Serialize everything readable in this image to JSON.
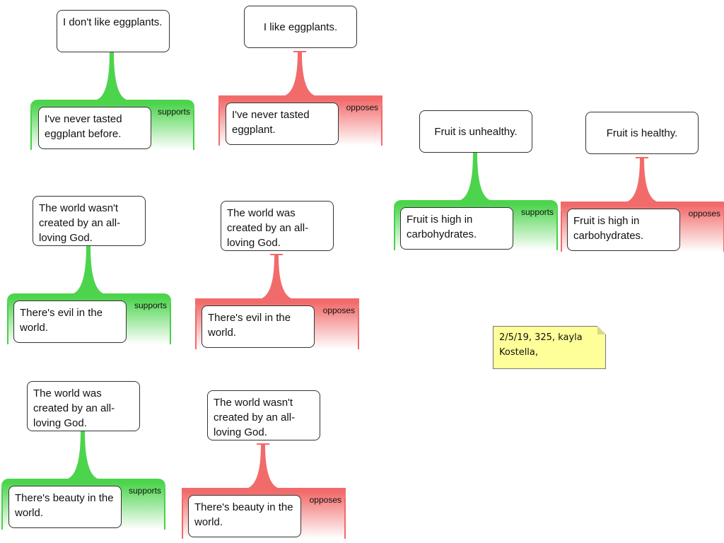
{
  "maps": [
    {
      "claim": "I don't like eggplants.",
      "reason": "I've never tasted eggplant before.",
      "relation": "supports"
    },
    {
      "claim": "I like eggplants.",
      "reason": "I've never tasted eggplant.",
      "relation": "opposes"
    },
    {
      "claim": "Fruit is unhealthy.",
      "reason": "Fruit is high in carbohydrates.",
      "relation": "supports"
    },
    {
      "claim": "Fruit is healthy.",
      "reason": "Fruit is high in carbohydrates.",
      "relation": "opposes"
    },
    {
      "claim": "The world wasn't created by an all-loving God.",
      "reason": "There's evil in the world.",
      "relation": "supports"
    },
    {
      "claim": "The world was created by an all-loving God.",
      "reason": "There's evil in the world.",
      "relation": "opposes"
    },
    {
      "claim": "The world was created by an all-loving God.",
      "reason": "There's beauty in the world.",
      "relation": "supports"
    },
    {
      "claim": "The world wasn't created by an all-loving God.",
      "reason": "There's beauty in the world.",
      "relation": "opposes"
    }
  ],
  "note": {
    "text": "2/5/19, 325, kayla Kostella,"
  },
  "colors": {
    "supports": "#4cd44c",
    "opposes": "#f26b6b"
  }
}
